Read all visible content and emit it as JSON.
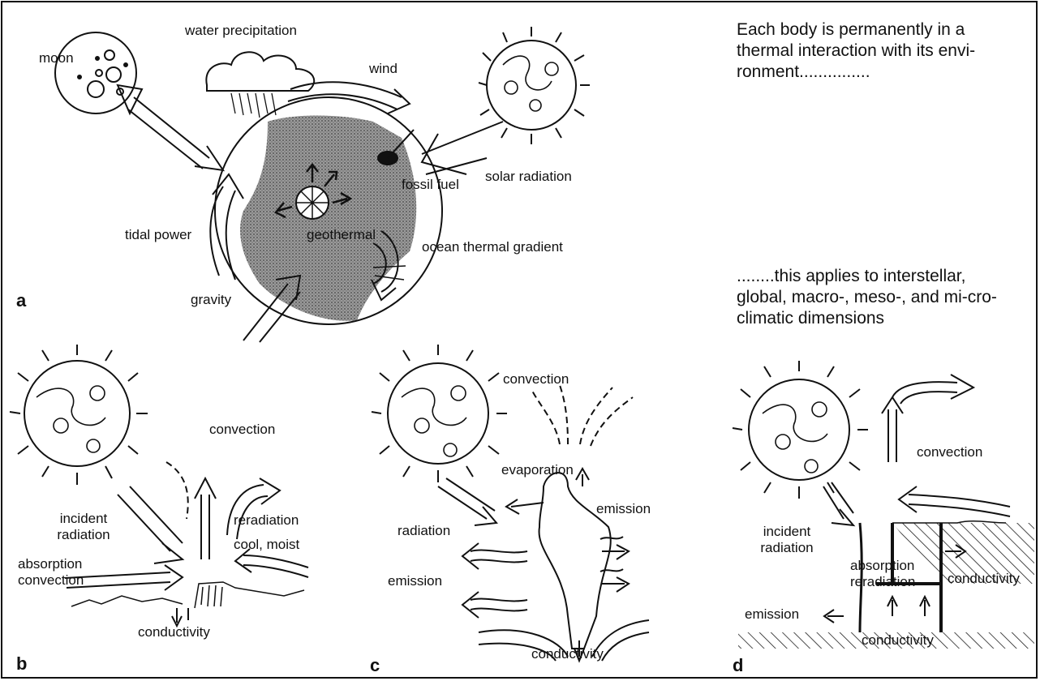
{
  "panel_a": {
    "letter": "a",
    "labels": {
      "moon": "moon",
      "water_precipitation": "water precipitation",
      "wind": "wind",
      "fossil_fuel": "fossil fuel",
      "solar_radiation": "solar radiation",
      "tidal_power": "tidal power",
      "geothermal": "geothermal",
      "ocean_thermal_gradient": "ocean thermal gradient",
      "gravity": "gravity"
    }
  },
  "text_top": "Each body is permanently in a thermal interaction with its envi-ronment...............",
  "text_bottom": "........this applies to interstellar, global, macro-, meso-, and mi-cro-climatic dimensions",
  "panel_b": {
    "letter": "b",
    "labels": {
      "convection": "convection",
      "incident_radiation": "incident radiation",
      "reradiation": "reradiation",
      "cool_moist": "cool, moist",
      "absorption_convection": "absorption convection",
      "conductivity": "conductivity"
    }
  },
  "panel_c": {
    "letter": "c",
    "labels": {
      "convection": "convection",
      "evaporation": "evaporation",
      "emission_right": "emission",
      "radiation": "radiation",
      "emission_left": "emission",
      "conductivity": "conductivity"
    }
  },
  "panel_d": {
    "letter": "d",
    "labels": {
      "convection": "convection",
      "incident_radiation": "incident radiation",
      "absorption": "absorption",
      "reradiation": "reradiation",
      "conductivity_right": "conductivity",
      "emission": "emission",
      "conductivity_bottom": "conductivity"
    }
  }
}
